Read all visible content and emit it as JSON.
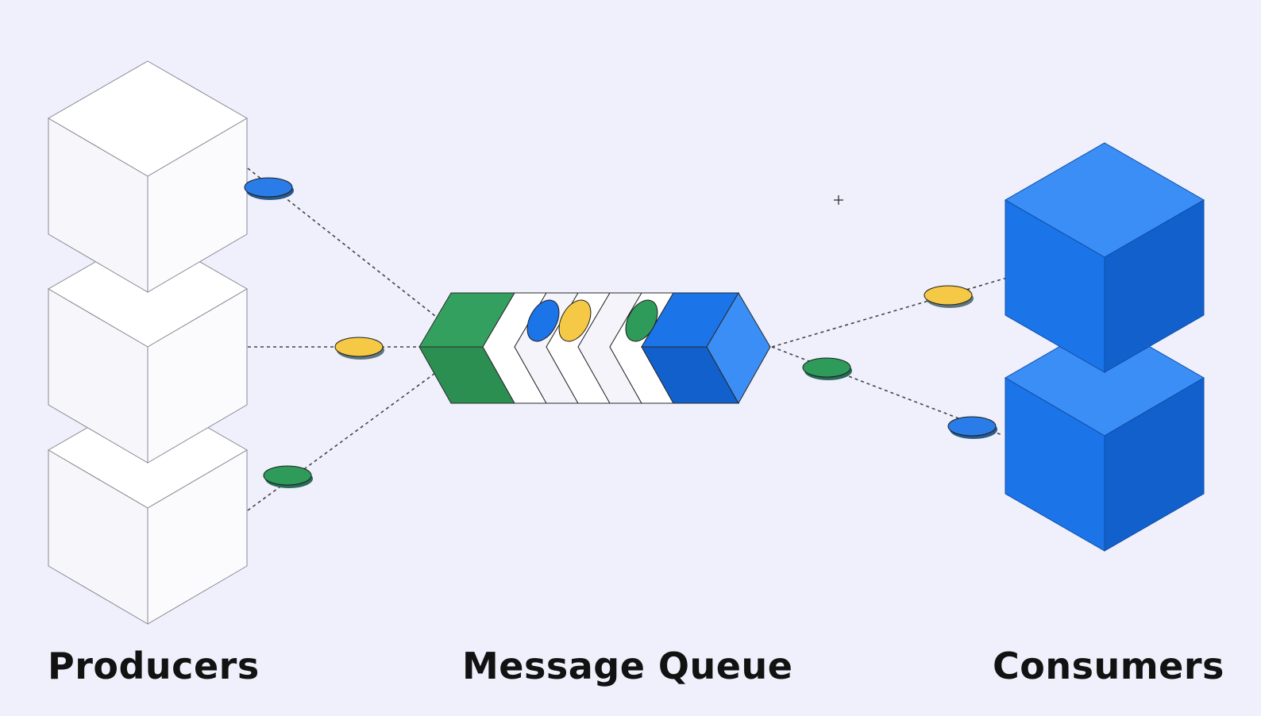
{
  "labels": {
    "producers": "Producers",
    "queue": "Message Queue",
    "consumers": "Consumers"
  },
  "colors": {
    "background": "#eff0fb",
    "blue": "#1b74e8",
    "blue_light": "#3b8ef5",
    "blue_dark": "#1160cc",
    "yellow": "#f5c945",
    "green": "#2e9b5a",
    "producer_face": "#ffffff",
    "producer_edge": "#8a8a95"
  },
  "producers": {
    "count": 3,
    "style": "white-isometric-cube"
  },
  "consumers": {
    "count": 2,
    "style": "blue-isometric-cube"
  },
  "queue": {
    "entry_color": "green",
    "exit_color": "blue",
    "messages": [
      "blue",
      "yellow",
      "green"
    ]
  },
  "incoming_messages": [
    {
      "from": "producer-1",
      "color": "blue"
    },
    {
      "from": "producer-2",
      "color": "yellow"
    },
    {
      "from": "producer-3",
      "color": "green"
    }
  ],
  "outgoing_messages": [
    {
      "to": "consumer-1",
      "color": "yellow"
    },
    {
      "to": "consumer-2",
      "color": "blue"
    },
    {
      "to": "queue-exit",
      "color": "green"
    }
  ]
}
